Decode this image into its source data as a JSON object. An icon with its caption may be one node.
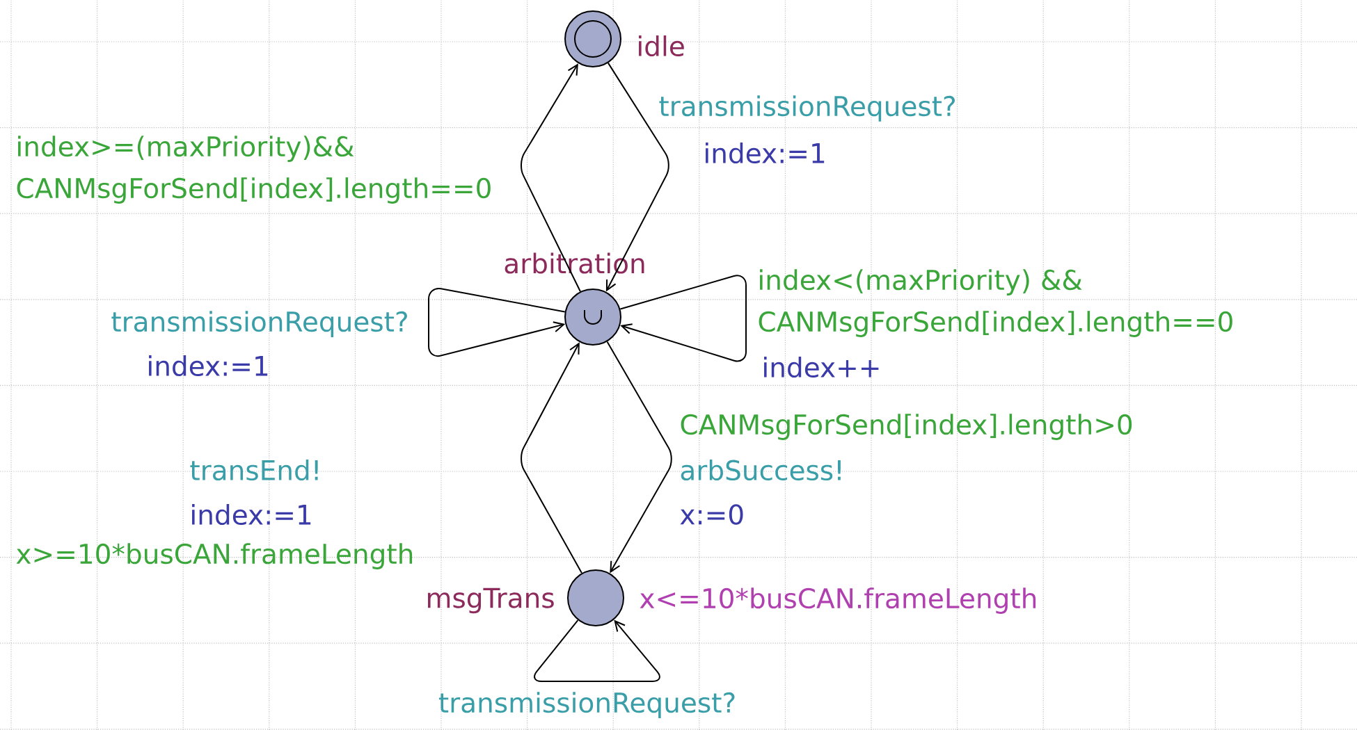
{
  "diagram": {
    "nodes": [
      {
        "text": [
          "idle"
        ]
      },
      {
        "text": [
          "arbitration"
        ]
      },
      {
        "text": [
          "msgTrans"
        ],
        "beside": [
          "x<=10*busCAN.frameLength"
        ]
      }
    ],
    "edges": [
      {
        "from": 0,
        "to": 1,
        "arrow": "to",
        "label": "transmissionRequest?"
      },
      {
        "from": 1,
        "to": 0,
        "arrow": "to",
        "label": "index>=(maxPriority)&& CANMsgForSend[index].length==0"
      },
      {
        "from": 1,
        "to": 1,
        "arrow": "to",
        "label": "transmissionRequest?"
      },
      {
        "from": 1,
        "to": 1,
        "arrow": "to",
        "label": "index<(maxPriority) && CANMsgForSend[index].length==0"
      },
      {
        "from": 1,
        "to": 2,
        "arrow": "to",
        "label": "CANMsgForSend[index].length>0"
      },
      {
        "from": 2,
        "to": 1,
        "arrow": "to",
        "label": "x>=10*busCAN.frameLength"
      },
      {
        "from": 2,
        "to": 2,
        "arrow": "to",
        "label": "transmissionRequest?"
      }
    ],
    "labels": [
      "index:=1",
      "index:=1",
      "index++",
      "transEnd!",
      "arbSuccess!",
      "index:=1",
      "x:=0"
    ]
  }
}
